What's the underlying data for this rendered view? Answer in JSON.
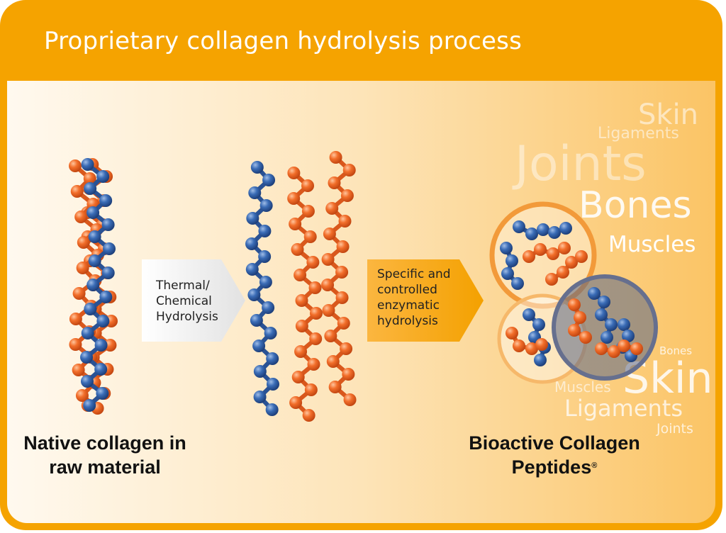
{
  "title": "Proprietary collagen hydrolysis process",
  "step1": {
    "line1": "Thermal/",
    "line2": "Chemical",
    "line3": "Hydrolysis"
  },
  "step2": {
    "line1": "Specific and",
    "line2": "controlled",
    "line3": "enzymatic",
    "line4": "hydrolysis"
  },
  "caption_left": {
    "line1": "Native collagen in",
    "line2": "raw material"
  },
  "caption_right": {
    "line1": "Bioactive Collagen",
    "line2": "Peptides",
    "mark": "®"
  },
  "words": {
    "skin_top": "Skin",
    "ligaments_top": "Ligaments",
    "joints_top": "Joints",
    "bones_top": "Bones",
    "muscles_top": "Muscles",
    "bones_bottom": "Bones",
    "muscles_bottom": "Muscles",
    "skin_bottom": "Skin",
    "ligaments_bottom": "Ligaments",
    "joints_bottom": "Joints"
  },
  "colors": {
    "frame": "#f5a300",
    "blue": "#2f5fa8",
    "orange": "#f06a22",
    "text_white": "#ffffff",
    "circle_ring_orange": "#f0a048",
    "circle_ring_blue": "#667090"
  }
}
